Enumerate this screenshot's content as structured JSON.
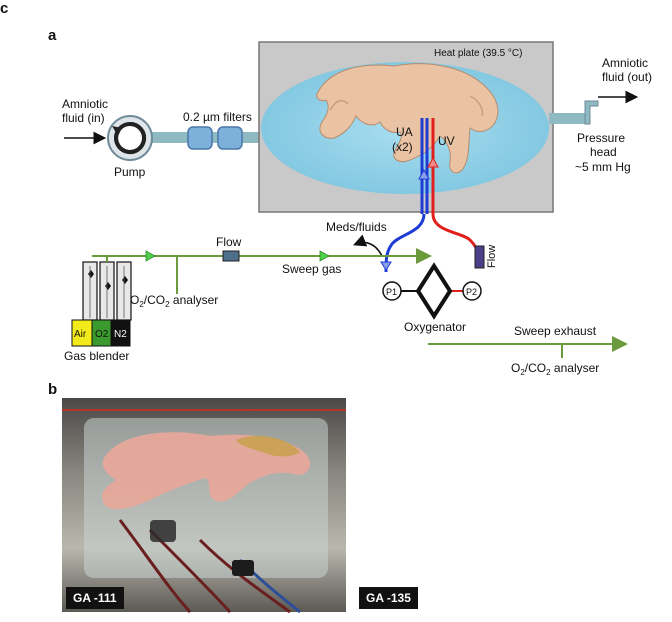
{
  "panels": {
    "a": "a",
    "b": "b",
    "c": "c"
  },
  "labels": {
    "amniotic_in": [
      "Amniotic",
      "fluid (in)"
    ],
    "pump": "Pump",
    "filters": "0.2 µm filters",
    "heat_plate": "Heat plate (39.5 °C)",
    "amniotic_out": [
      "Amniotic",
      "fluid (out)"
    ],
    "pressure_head": [
      "Pressure",
      "head",
      "~5 mm Hg"
    ],
    "ua": [
      "UA",
      "(x2)"
    ],
    "uv": "UV",
    "meds": "Meds/fluids",
    "flow_gas": "Flow",
    "flow_blood": "Flow",
    "sweep_gas": "Sweep gas",
    "analyser_in": "O2/CO2 analyser",
    "p1": "P1",
    "p2": "P2",
    "oxygenator": "Oxygenator",
    "sweep_exhaust": "Sweep exhaust",
    "analyser_out": "O2/CO2 analyser",
    "gas_blender": "Gas blender",
    "air": "Air",
    "o2": "O2",
    "n2": "N2"
  },
  "photos": {
    "b": {
      "tag": "GA -111"
    },
    "c": {
      "tag": "GA -135"
    }
  },
  "colors": {
    "artery": "#1f3bd6",
    "vein": "#e0201c",
    "gas_line": "#6b9a3a",
    "fluid_line": "#8fb9c3",
    "bag": "#8fd3e8",
    "heat_plate": "#c9c9c9",
    "air": "#f2ea1a",
    "o2": "#3a9a2e",
    "n2": "#111111"
  }
}
